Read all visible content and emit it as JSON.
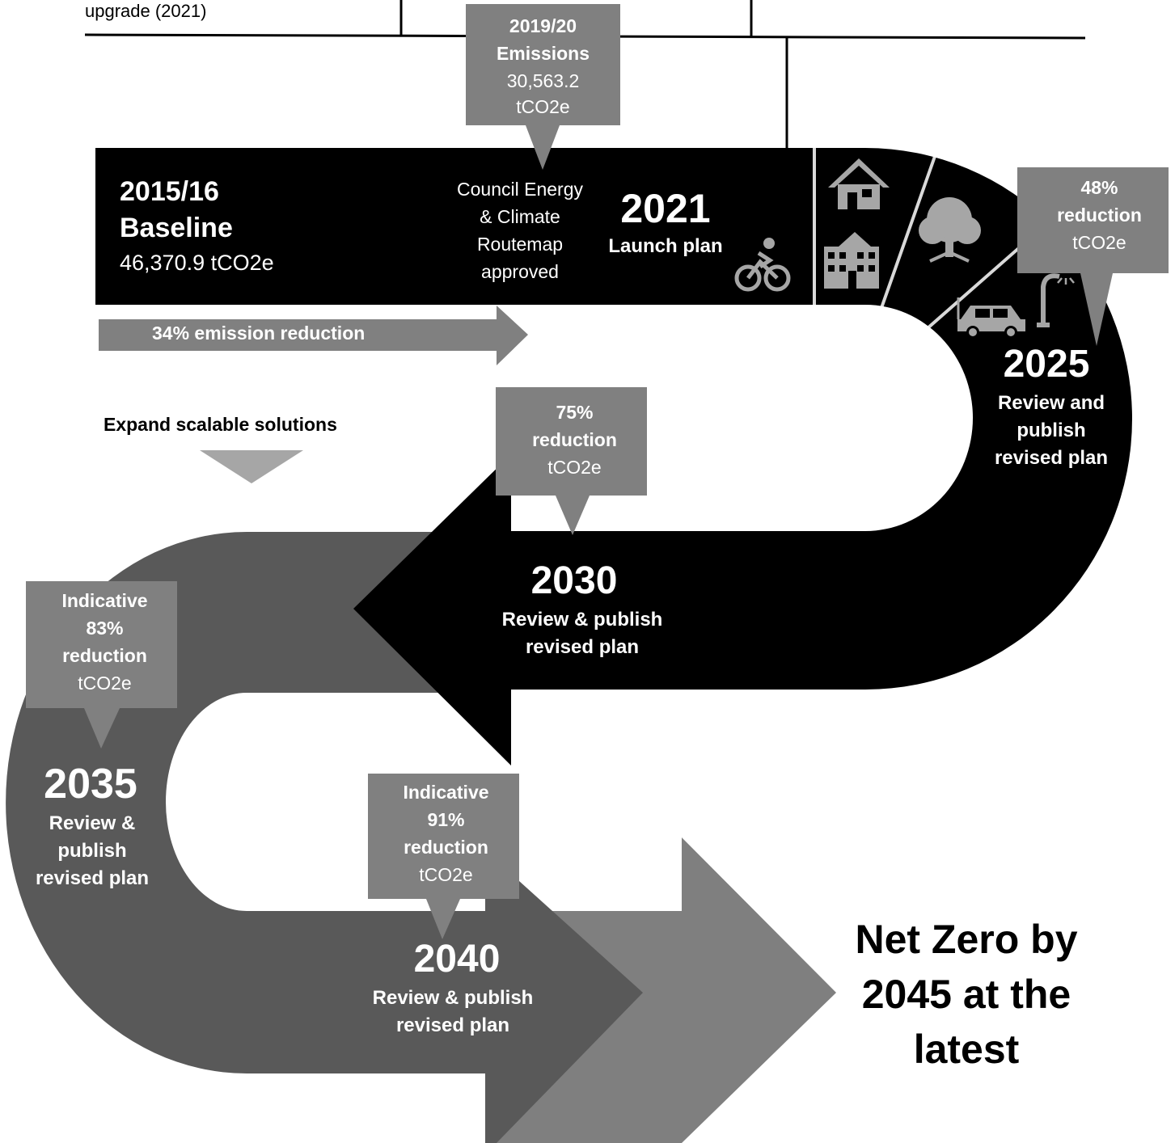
{
  "colors": {
    "band_black": "#000000",
    "band_dark_grey": "#595959",
    "band_mid_grey": "#7f7f7f",
    "callout_grey": "#808080",
    "white": "#ffffff"
  },
  "top": {
    "upgrade_label": "upgrade (2021)"
  },
  "emissions_2019": {
    "title_line1": "2019/20",
    "title_line2": "Emissions",
    "value": "30,563.2",
    "unit": "tCO2e"
  },
  "baseline": {
    "year": "2015/16",
    "label": "Baseline",
    "value": "46,370.9 tCO2e"
  },
  "routemap": {
    "line1": "Council Energy",
    "line2": "& Climate",
    "line3": "Routemap",
    "line4": "approved"
  },
  "launch": {
    "year": "2021",
    "label": "Launch plan"
  },
  "reduction_34": {
    "label": "34% emission reduction"
  },
  "expand": {
    "label": "Expand scalable solutions"
  },
  "callout_48": {
    "line1": "48%",
    "line2": "reduction",
    "line3": "tCO2e"
  },
  "milestone_2025": {
    "year": "2025",
    "line1": "Review and",
    "line2": "publish",
    "line3": "revised plan"
  },
  "callout_75": {
    "line1": "75%",
    "line2": "reduction",
    "line3": "tCO2e"
  },
  "milestone_2030": {
    "year": "2030",
    "line1": "Review & publish",
    "line2": "revised plan"
  },
  "callout_83": {
    "line1": "Indicative",
    "line2": "83%",
    "line3": "reduction",
    "line4": "tCO2e"
  },
  "milestone_2035": {
    "year": "2035",
    "line1": "Review &",
    "line2": "publish",
    "line3": "revised plan"
  },
  "callout_91": {
    "line1": "Indicative",
    "line2": "91%",
    "line3": "reduction",
    "line4": "tCO2e"
  },
  "milestone_2040": {
    "year": "2040",
    "line1": "Review & publish",
    "line2": "revised plan"
  },
  "net_zero": {
    "line1": "Net Zero by",
    "line2": "2045 at the",
    "line3": "latest"
  },
  "icons": [
    "house-icon",
    "building-icon",
    "bicycle-icon",
    "tree-icon",
    "electric-car-icon",
    "street-light-icon"
  ]
}
